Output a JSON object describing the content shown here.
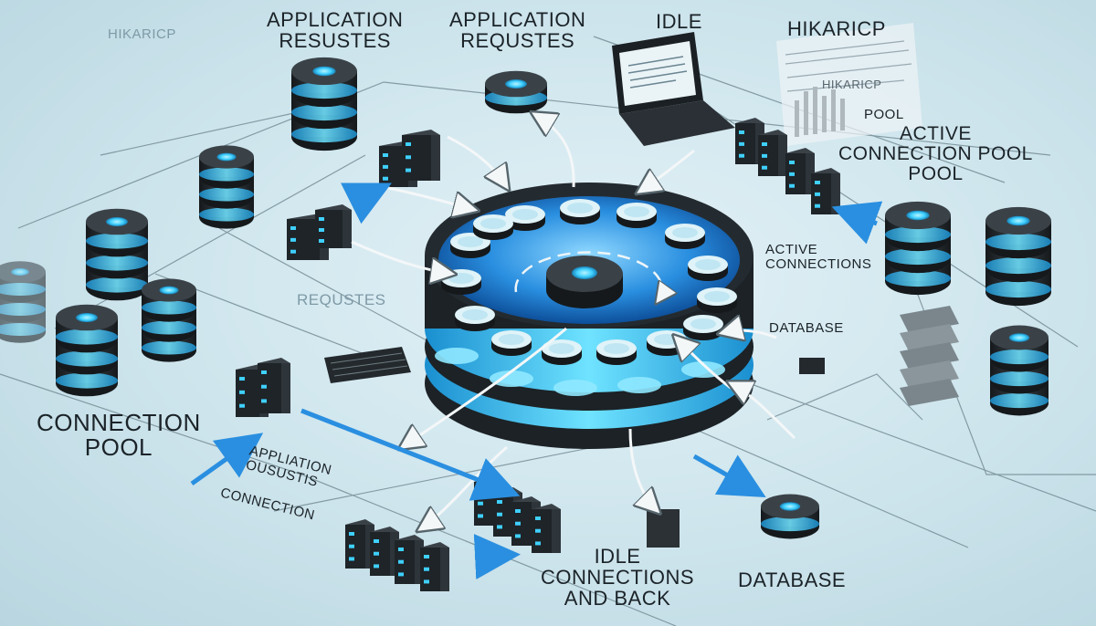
{
  "labels": {
    "app_requests_1": "APPLICATION\nRESUSTES",
    "app_requests_2": "APPLICATION\nREQUSTES",
    "idle_top": "IDLE",
    "hikaricp_main": "HIKARICP",
    "hikaricp_faint": "HIKARICP",
    "hikaricp_sheet": "HIKARICP",
    "pool_small": "POOL",
    "active_connection_pool": "ACTIVE\nCONNECTION POOL\nPOOL",
    "active_connections": "ACTIVE\nCONNECTIONS",
    "requstes": "REQUSTES",
    "database_right": "DATABASE",
    "connection_pool": "CONNECTION\nPOOL",
    "app_ousustis": "APPLIATION\nOUSUSTIS",
    "connection_bottom": "CONNECTION",
    "idle_connections_back": "IDLE\nCONNECTIONS\nAND BACK",
    "database_bottom": "DATABASE"
  },
  "colors": {
    "accent": "#3fd0ff",
    "dark": "#24292d",
    "line": "#5a6f78",
    "pool_fill": "#2a8fe0"
  },
  "icons": [
    "database-stack-icon",
    "server-rack-icon",
    "laptop-icon",
    "keyboard-icon",
    "connection-puck-icon",
    "arrow-icon",
    "document-stack-icon"
  ]
}
